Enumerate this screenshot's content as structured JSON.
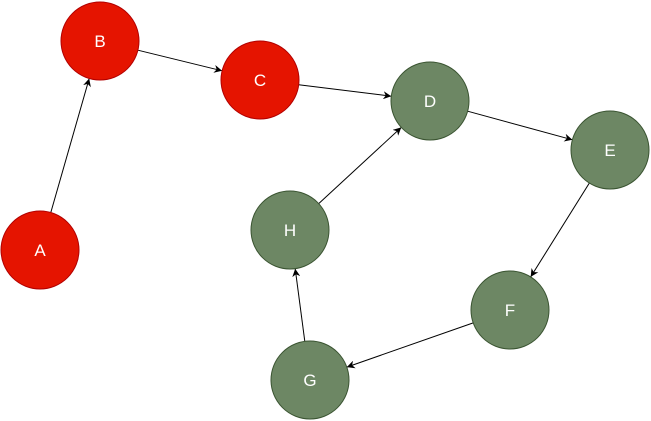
{
  "colors": {
    "red_node": "#e51400",
    "red_stroke": "#b20000",
    "green_node": "#6d8764",
    "green_stroke": "#3a5431",
    "edge": "#000000",
    "label": "#ffffff"
  },
  "nodes": [
    {
      "id": "A",
      "label": "A",
      "group": "red"
    },
    {
      "id": "B",
      "label": "B",
      "group": "red"
    },
    {
      "id": "C",
      "label": "C",
      "group": "red"
    },
    {
      "id": "D",
      "label": "D",
      "group": "green"
    },
    {
      "id": "E",
      "label": "E",
      "group": "green"
    },
    {
      "id": "F",
      "label": "F",
      "group": "green"
    },
    {
      "id": "G",
      "label": "G",
      "group": "green"
    },
    {
      "id": "H",
      "label": "H",
      "group": "green"
    }
  ],
  "edges": [
    {
      "from": "A",
      "to": "B"
    },
    {
      "from": "B",
      "to": "C"
    },
    {
      "from": "C",
      "to": "D"
    },
    {
      "from": "D",
      "to": "E"
    },
    {
      "from": "E",
      "to": "F"
    },
    {
      "from": "F",
      "to": "G"
    },
    {
      "from": "G",
      "to": "H"
    },
    {
      "from": "H",
      "to": "D"
    }
  ]
}
